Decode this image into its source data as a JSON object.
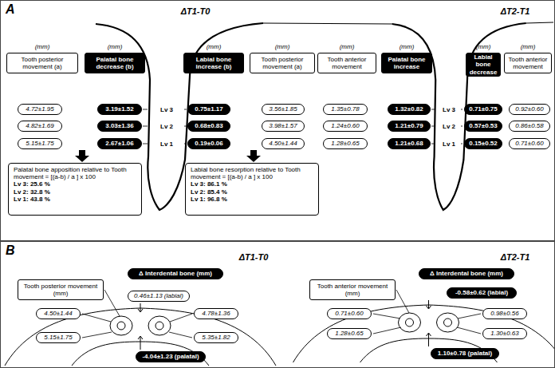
{
  "diagram": {
    "nodes": [
      {
        "text": [
          "A"
        ]
      },
      {
        "text": [
          "(mm)",
          "Tooth posterior movement (a)"
        ],
        "in": 0
      },
      {
        "text": [
          "(mm)",
          "Palatal bone decrease (b)"
        ],
        "in": 0
      },
      {
        "text": [
          "(mm)",
          "Labial bone increase (b)"
        ],
        "in": 0
      },
      {
        "text": [
          "(mm)",
          "Tooth posterior movement (a)"
        ],
        "in": 0
      },
      {
        "text": [
          "(mm)",
          "Tooth anterior movement"
        ],
        "in": 0
      },
      {
        "text": [
          "(mm)",
          "Palatal bone increase"
        ],
        "in": 0
      },
      {
        "text": [
          "(mm)",
          "Labial bone decrease"
        ],
        "in": 0
      },
      {
        "text": [
          "(mm)",
          "Tooth anterior movement"
        ],
        "in": 0
      },
      {
        "text": [
          "4.72±1.95"
        ],
        "in": 0
      },
      {
        "text": [
          "3.19±1.52"
        ],
        "in": 0
      },
      {
        "text": [
          "0.75±1.17"
        ],
        "in": 0
      },
      {
        "text": [
          "3.56±1.85"
        ],
        "in": 0
      },
      {
        "text": [
          "1.35±0.78"
        ],
        "in": 0
      },
      {
        "text": [
          "1.32±0.82"
        ],
        "in": 0
      },
      {
        "text": [
          "0.71±0.75"
        ],
        "in": 0
      },
      {
        "text": [
          "0.92±0.60"
        ],
        "in": 0
      },
      {
        "text": [
          "4.82±1.69"
        ],
        "in": 0
      },
      {
        "text": [
          "3.03±1.36"
        ],
        "in": 0
      },
      {
        "text": [
          "0.68±0.83"
        ],
        "in": 0
      },
      {
        "text": [
          "3.98±1.57"
        ],
        "in": 0
      },
      {
        "text": [
          "1.24±0.60"
        ],
        "in": 0
      },
      {
        "text": [
          "1.21±0.79"
        ],
        "in": 0
      },
      {
        "text": [
          "0.57±0.53"
        ],
        "in": 0
      },
      {
        "text": [
          "0.86±0.58"
        ],
        "in": 0
      },
      {
        "text": [
          "5.15±1.75"
        ],
        "in": 0
      },
      {
        "text": [
          "2.67±1.06"
        ],
        "in": 0
      },
      {
        "text": [
          "0.19±0.06"
        ],
        "in": 0
      },
      {
        "text": [
          "4.50±1.44"
        ],
        "in": 0
      },
      {
        "text": [
          "1.28±0.65"
        ],
        "in": 0
      },
      {
        "text": [
          "1.21±0.68"
        ],
        "in": 0
      },
      {
        "text": [
          "0.15±0.52"
        ],
        "in": 0
      },
      {
        "text": [
          "0.71±0.60"
        ],
        "in": 0
      },
      {
        "text": [
          "Palatal bone apposition relative to Tooth movement = [(a-b) / a ] x 100",
          "Lv 3: 25.6 %",
          "Lv 2: 32.8 %",
          "Lv 1: 43.8 %"
        ],
        "in": 0
      },
      {
        "text": [
          "Labial bone resorption relative to Tooth movement = [(a-b) / a ] x 100",
          "Lv 3: 86.1 %",
          "Lv 2: 85.4 %",
          "Lv 1: 96.8 %"
        ],
        "in": 0
      },
      {
        "text": [
          "B"
        ]
      },
      {
        "text": [
          "Δ Interdental bone (mm)"
        ],
        "in": 35
      },
      {
        "text": [
          "Tooth posterior movement (mm)"
        ],
        "in": 35
      },
      {
        "text": [
          "0.46±1.13 (labial)"
        ],
        "in": 35
      },
      {
        "text": [
          "4.50±1.44"
        ],
        "in": 35
      },
      {
        "text": [
          "4.78±1.36"
        ],
        "in": 35
      },
      {
        "text": [
          "5.15±1.75"
        ],
        "in": 35
      },
      {
        "text": [
          "5.35±1.82"
        ],
        "in": 35
      },
      {
        "text": [
          "-4.04±1.23 (palatal)"
        ],
        "in": 35
      },
      {
        "text": [
          "Δ Interdental bone (mm)"
        ],
        "in": 35
      },
      {
        "text": [
          "Tooth anterior movement (mm)"
        ],
        "in": 35
      },
      {
        "text": [
          "-0.58±0.62 (labial)"
        ],
        "in": 35
      },
      {
        "text": [
          "0.71±0.60"
        ],
        "in": 35
      },
      {
        "text": [
          "0.98±0.56"
        ],
        "in": 35
      },
      {
        "text": [
          "1.28±0.65"
        ],
        "in": 35
      },
      {
        "text": [
          "1.30±0.63"
        ],
        "in": 35
      },
      {
        "text": [
          "1.10±0.78 (palatal)"
        ],
        "in": 35
      }
    ],
    "labels": [
      "ΔT1-T0",
      "ΔT2-T1",
      "Lv 3",
      "Lv 2",
      "Lv 1",
      "Lv 3",
      "Lv 2",
      "Lv 1",
      "ΔT1-T0",
      "ΔT2-T1"
    ]
  }
}
